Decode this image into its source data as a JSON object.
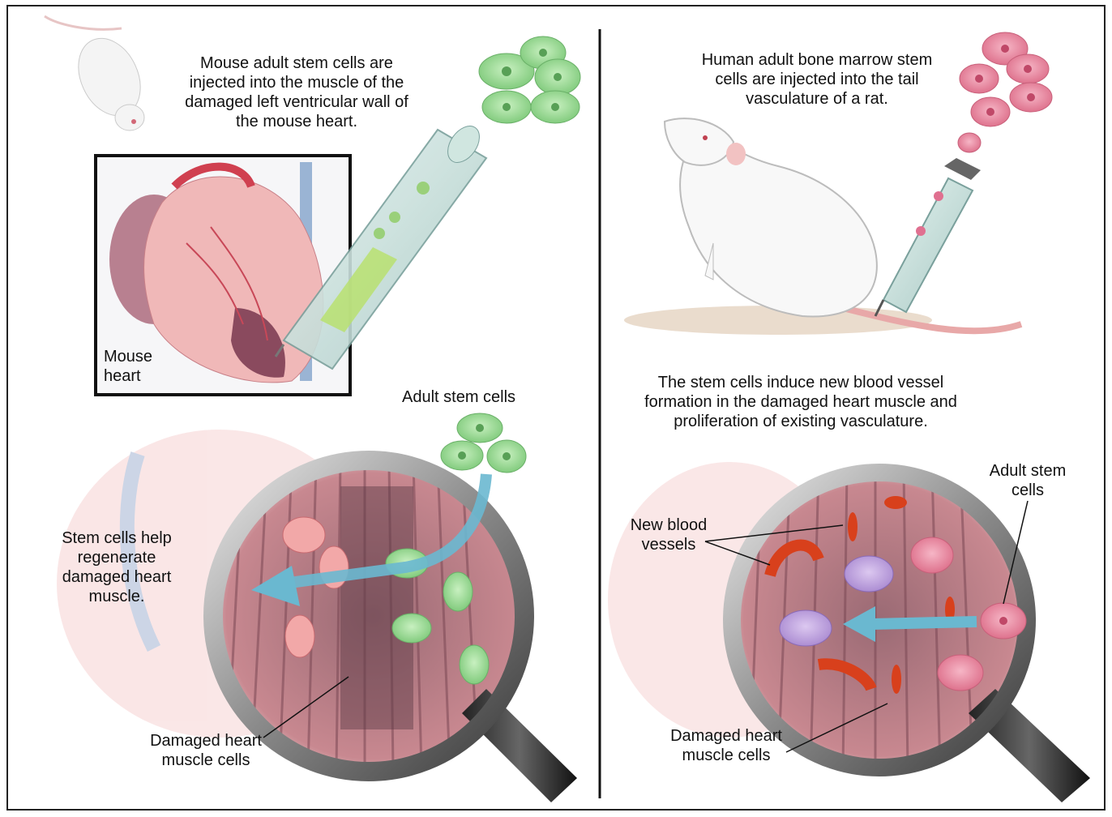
{
  "left_panel": {
    "intro_text": "Mouse adult stem cells are injected into the muscle of the damaged left ventricular wall of the mouse heart.",
    "mouse_heart_label": "Mouse heart",
    "adult_stem_cells_label": "Adult stem cells",
    "regenerate_label": "Stem cells help regenerate damaged heart muscle.",
    "damaged_cells_label": "Damaged heart muscle cells"
  },
  "right_panel": {
    "intro_text": "Human adult bone marrow stem cells are injected into the tail vasculature of a rat.",
    "induce_text": "The stem cells induce new blood vessel formation in the damaged heart muscle and proliferation of existing vasculature.",
    "adult_stem_cells_label": "Adult stem cells",
    "new_vessels_label": "New blood vessels",
    "damaged_cells_label": "Damaged heart muscle cells"
  },
  "colors": {
    "stem_cell_green": "#8fd48a",
    "human_stem_cell_pink": "#e8809a",
    "regenerated_cell_purple": "#b89ad6",
    "muscle_red": "#c0606a",
    "vessel_red": "#d8401c",
    "arrow_blue": "#6ab8d0"
  }
}
